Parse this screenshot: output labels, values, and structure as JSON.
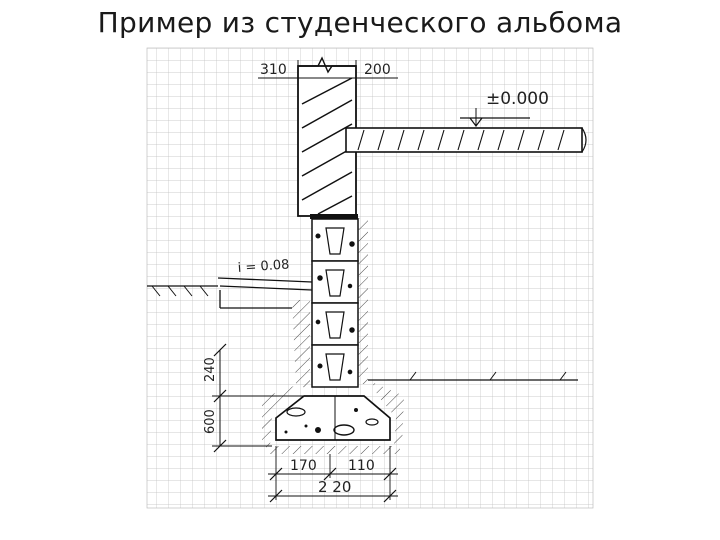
{
  "slide": {
    "title": "Пример из студенческого альбома"
  },
  "drawing": {
    "dimensions": {
      "wall_thickness": "310",
      "wall_offset": "200",
      "level_mark": "±0.000",
      "slope": "i = 0.08",
      "block_height": "240",
      "pad_height": "600",
      "pad_left_overhang": "170",
      "pad_right_overhang": "110",
      "pad_width": "2 20"
    }
  }
}
